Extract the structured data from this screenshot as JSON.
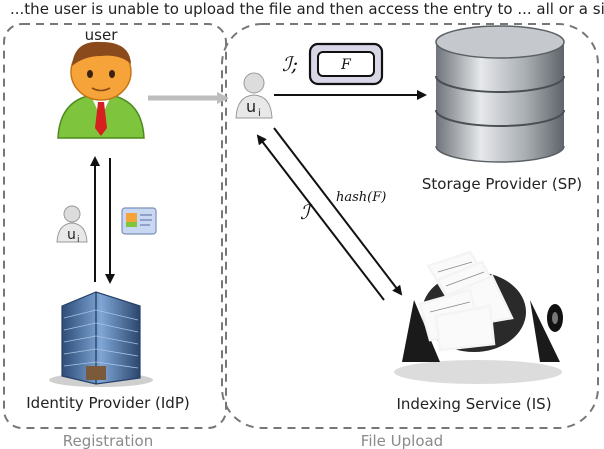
{
  "top_cropped_text": "...the user is unable to upload the file and then access the entry to ... all or a single fileUploaded...",
  "registration": {
    "section_label": "Registration",
    "user_label": "user",
    "user_id_label": "u",
    "user_id_sub": "i",
    "idp_label": "Identity Provider (IdP)"
  },
  "file_upload": {
    "section_label": "File Upload",
    "user_id_label": "u",
    "user_id_sub": "i",
    "index_symbol": "ℐ;",
    "index_symbol_lower": "ℐ",
    "file_label": "F",
    "hash_label": "hash(F)",
    "sp_label": "Storage Provider (SP)",
    "is_label": "Indexing Service (IS)"
  },
  "colors": {
    "panel_border": "#777777",
    "arrow": "#111111",
    "user_face": "#f6a43a",
    "user_body": "#7ec53d",
    "tie": "#d62020",
    "building": "#4b6f9c",
    "disk": "#9aa0a6"
  }
}
